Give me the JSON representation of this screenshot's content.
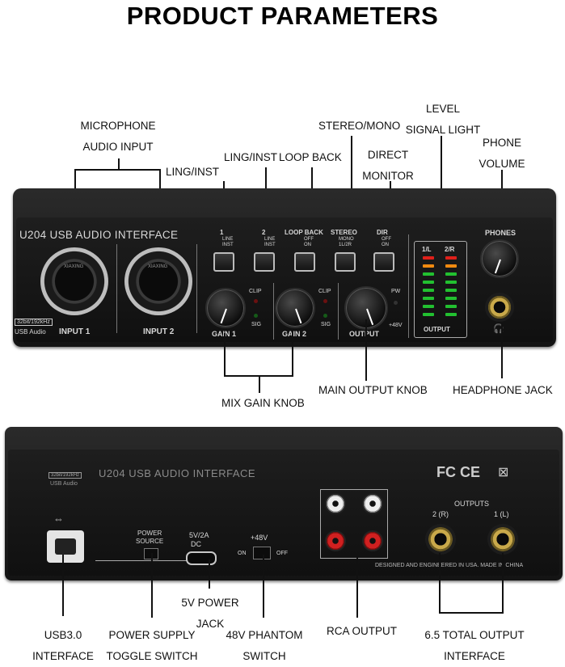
{
  "title": "PRODUCT PARAMETERS",
  "front_callouts": {
    "microphone_1": "MICROPHONE",
    "microphone_2": "AUDIO INPUT",
    "ling_inst_a": "LING/INST",
    "ling_inst_b": "LING/INST",
    "loop_back": "LOOP BACK",
    "stereo_mono": "STEREO/MONO",
    "direct_1": "DIRECT",
    "direct_2": "MONITOR",
    "level_1": "LEVEL",
    "level_2": "SIGNAL LIGHT",
    "phone_1": "PHONE",
    "phone_2": "VOLUME",
    "mix_gain": "MIX GAIN KNOB",
    "main_output": "MAIN OUTPUT KNOB",
    "headphone_jack": "HEADPHONE JACK"
  },
  "front_panel": {
    "brand": "U204 USB AUDIO INTERFACE",
    "badge": "32bit/192kHz",
    "usb_audio": "USB Audio",
    "input1": "INPUT 1",
    "input2": "INPUT 2",
    "xlr_brand": "XIAXING",
    "ch1": "1",
    "ch2": "2",
    "loop_back": "LOOP BACK",
    "stereo": "STEREO",
    "dir": "DIR",
    "line": "LINE",
    "inst": "INST",
    "off": "OFF",
    "on": "ON",
    "mono": "MONO",
    "onetwo": "1L/2R",
    "clip": "CLIP",
    "sig": "SIG",
    "gain1": "GAIN 1",
    "gain2": "GAIN 2",
    "pw": "PW",
    "p48": "+48V",
    "output": "OUTPUT",
    "meter_l": "1/L",
    "meter_r": "2/R",
    "meter_out": "OUTPUT",
    "phones": "PHONES",
    "headphone_glyph": "🎧"
  },
  "rear_panel": {
    "brand": "U204 USB AUDIO INTERFACE",
    "badge": "32bit/192kHz",
    "usb_audio": "USB Audio",
    "power_source_1": "POWER",
    "power_source_2": "SOURCE",
    "dc_1": "5V/2A",
    "dc_2": "DC",
    "p48": "+48V",
    "on": "ON",
    "off": "OFF",
    "outputs": "OUTPUTS",
    "out_r": "2 (R)",
    "out_l": "1 (L)",
    "certs": "FC CE",
    "designed": "DESIGNED AND ENGINEERED IN USA. MADE IN CHINA"
  },
  "rear_callouts": {
    "usb_1": "USB3.0",
    "usb_2": "INTERFACE",
    "power_1": "POWER SUPPLY",
    "power_2": "TOGGLE SWITCH",
    "jack_1": "5V POWER",
    "jack_2": "JACK",
    "phantom_1": "48V PHANTOM",
    "phantom_2": "SWITCH",
    "rca": "RCA OUTPUT",
    "total_1": "6.5 TOTAL OUTPUT",
    "total_2": "INTERFACE"
  },
  "colors": {
    "led_red": "#e0201a",
    "led_orange": "#f08a10",
    "led_green": "#22c030"
  }
}
